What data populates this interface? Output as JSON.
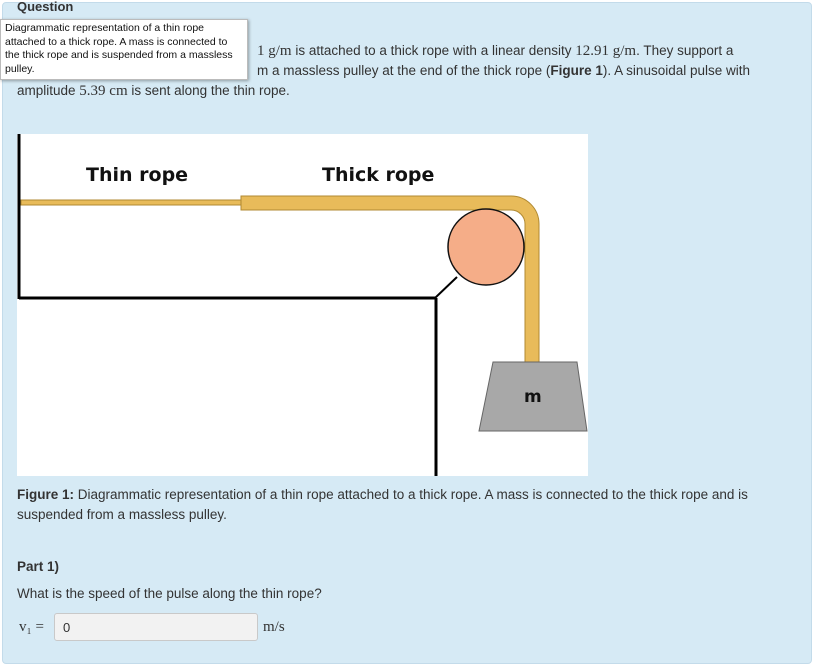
{
  "question": {
    "heading": "Question",
    "line1_pre": "",
    "linear_density_thin_tail": "1 g/m",
    "line1_mid": " is attached to a thick rope with a linear density ",
    "linear_density_thick": "12.91 g/m",
    "line1_post": ". They support a",
    "line2": "m a massless pulley at the end of the thick rope (",
    "figure_ref": "Figure 1",
    "line2_post": "). A sinusoidal pulse with",
    "line3_pre": "amplitude ",
    "amplitude": "5.39 cm",
    "line3_post": " is sent along the thin rope."
  },
  "tooltip": {
    "text": "Diagrammatic representation of a thin rope attached to a thick rope. A mass is connected to the thick rope and is suspended from a massless pulley."
  },
  "figure": {
    "thin_rope_label": "Thin rope",
    "thick_rope_label": "Thick rope",
    "mass_label": "m",
    "colors": {
      "rope": "#e8bb5a",
      "rope_outline": "#b08a33",
      "pulley": "#f5ad88",
      "mass": "#a8a8a8"
    }
  },
  "caption": {
    "prefix": "Figure 1:",
    "text": " Diagrammatic representation of a thin rope attached to a thick rope. A mass is connected to the thick rope and is suspended from a massless pulley."
  },
  "part": {
    "title": "Part 1)",
    "question": "What is the speed of the pulse along the thin rope?",
    "variable_label": "v₁  =",
    "input_value": "0",
    "unit": "m/s"
  }
}
